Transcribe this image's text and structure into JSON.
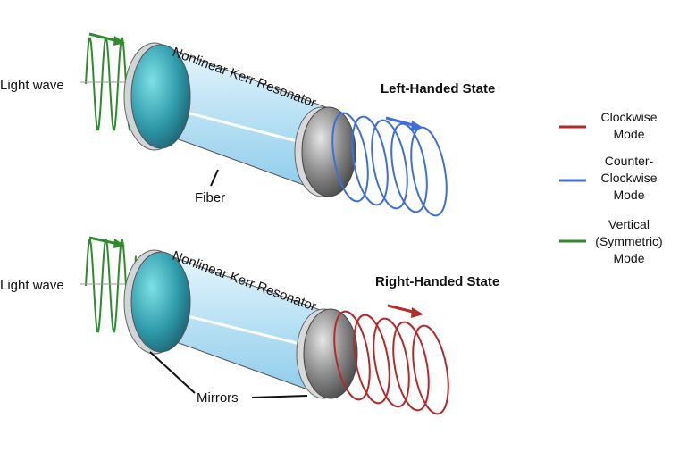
{
  "panels": [
    {
      "light_wave_label": "Light wave",
      "resonator_label": "Nonlinear Kerr Resonator",
      "state_title": "Left-Handed State",
      "part_label": "Fiber",
      "output_mode": "counter-clockwise"
    },
    {
      "light_wave_label": "Light wave",
      "resonator_label": "Nonlinear Kerr Resonator",
      "state_title": "Right-Handed State",
      "part_label": "Mirrors",
      "output_mode": "clockwise"
    }
  ],
  "legend": [
    {
      "lines": [
        "Clockwise",
        "Mode"
      ],
      "color": "#b22b2b"
    },
    {
      "lines": [
        "Counter-",
        "Clockwise",
        "Mode"
      ],
      "color": "#3f6fd6"
    },
    {
      "lines": [
        "Vertical",
        "(Symmetric)",
        "Mode"
      ],
      "color": "#2e8b2e"
    }
  ],
  "colors": {
    "input_wave": "#2e8b2e",
    "clockwise": "#b22b2b",
    "counter_clockwise": "#3f6fd6",
    "cylinder": "#bfe3f5",
    "input_mirror": "#3aa3b5",
    "output_mirror": "#777777"
  }
}
